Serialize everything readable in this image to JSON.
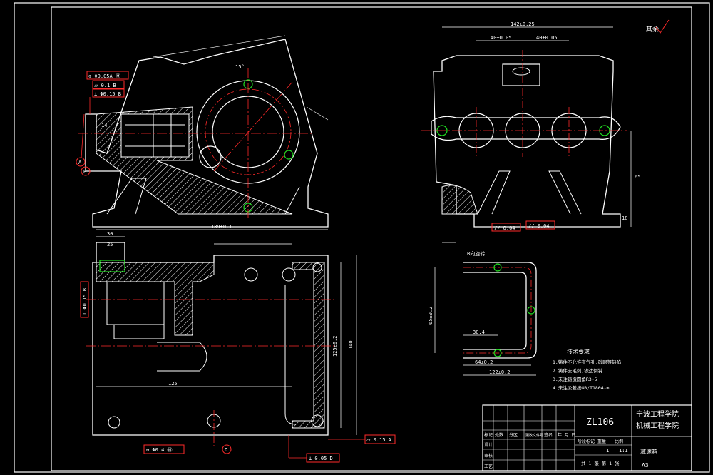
{
  "title_block": {
    "drawing_no": "ZL106",
    "school_line1": "宁波工程学院",
    "school_line2": "机械工程学院",
    "part_name": "减速箱",
    "material": "A3",
    "scale": "1:1",
    "quantity": "1",
    "sheet_info": "共 1 张  第 1 张",
    "row_labels": [
      "标记",
      "设计",
      "审核",
      "工艺"
    ],
    "col_labels": [
      "处数",
      "分区",
      "更改文件号",
      "签名",
      "年.月.日"
    ],
    "stage_labels": [
      "阶段标记",
      "重量",
      "比例"
    ]
  },
  "corner_note": "其余",
  "tech_req": {
    "heading": "技术要求",
    "items": [
      "1.铸件不允许有气孔,砂眼等缺陷",
      "2.铸件去毛刺,锐边倒钝",
      "3.未注铸造圆角R3-5",
      "4.未注公差按GB/T1804-m"
    ]
  },
  "tolerances": {
    "pos_front": "⊕ Φ0.05A Ⓜ",
    "flat_front": "⏥ 0.1 B",
    "perp_front": "⊥ Φ0.15 B",
    "par_side1": "// 0.04",
    "par_side2": "// 0.04",
    "perp_top": "⊥ Φ0.15 B",
    "pos_bottom": "⊕ Φ0.4 Ⓜ",
    "flat_bottom": "⏥ 0.15 A",
    "perp_bottom": "⊥ 0.05 D"
  },
  "dims": {
    "front_width": "189±0.1",
    "front_angle": "15°",
    "front_14": "14",
    "side_width": "142±0.25",
    "side_left": "40±0.05",
    "side_right": "40±0.05",
    "side_h1": "65",
    "side_h2": "18",
    "top_125": "125",
    "top_h": "125±0.2",
    "top_h2": "140",
    "top_w1": "30",
    "top_w2": "25",
    "detail_w1": "64±0.2",
    "detail_w2": "122±0.2",
    "detail_h": "65±0.2",
    "detail_inner": "30.4",
    "view_label": "B向旋转"
  },
  "datums": [
    "A",
    "B",
    "D"
  ],
  "colors": {
    "line": "#ffffff",
    "dim": "#ffffff",
    "center": "#ff2a2a",
    "hatch": "#ffffff",
    "hole": "#22e022",
    "tol_box": "#ff2a2a"
  }
}
